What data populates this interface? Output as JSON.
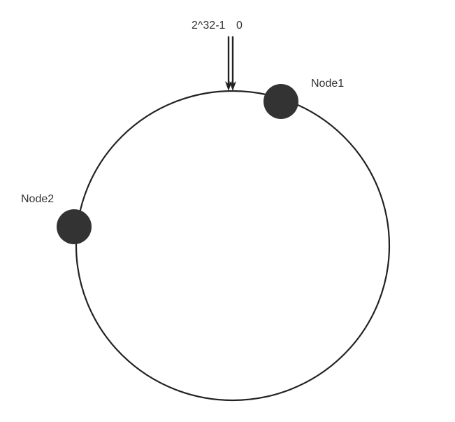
{
  "diagram": {
    "ring_label_max": "2^32-1",
    "ring_label_zero": "0",
    "nodes": [
      {
        "id": "node1",
        "label": "Node1"
      },
      {
        "id": "node2",
        "label": "Node2"
      }
    ],
    "colors": {
      "ring_stroke": "#222222",
      "node_fill": "#333333",
      "text": "#333333",
      "background": "#ffffff"
    }
  }
}
